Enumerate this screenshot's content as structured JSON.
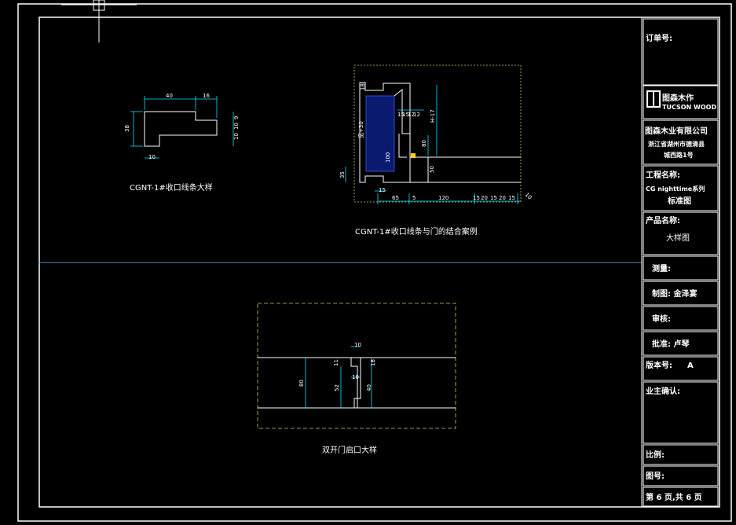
{
  "drawings": {
    "profile_caption": "CGNT-1#收口线条大样",
    "assembly_caption": "CGNT-1#收口线条与门的结合案例",
    "double_door_caption": "双开门启口大样",
    "profile_dims": [
      "40",
      "16",
      "38",
      "10",
      "9",
      "10",
      "10"
    ],
    "assembly_dims": [
      "18",
      "15",
      "15",
      "12",
      "12",
      "H-17",
      "宽+30",
      "100",
      "80",
      "50",
      "35",
      "15",
      "65",
      "5",
      "120",
      "15",
      "20",
      "15",
      "20",
      "15",
      "10"
    ],
    "double_door_dims": [
      "10",
      "11",
      "10",
      "18",
      "80",
      "52",
      "40"
    ]
  },
  "title_block": {
    "order_no_label": "订单号:",
    "logo_text": "图森木作",
    "logo_sub": "TUCSON WOOD",
    "company_name": "图森木业有限公司",
    "company_addr_1": "浙江省湖州市德清县",
    "company_addr_2": "城西路1号",
    "project_label": "工程名称:",
    "project_value_1": "CG nighttime系列",
    "project_value_2": "标准图",
    "product_label": "产品名称:",
    "product_value": "大样图",
    "measure_label": "测量:",
    "drafter_label": "制图: 金泽宴",
    "review_label": "审核:",
    "approve_label": "批准: 卢琴",
    "version_label": "版本号:",
    "version_value": "A",
    "owner_label": "业主确认:",
    "scale_label": "比例:",
    "drawing_no_label": "图号:",
    "page_label": "第 6 页,共 6 页"
  },
  "colors": {
    "background": "#000000",
    "border": "#ffffff",
    "dimension": "#00e5ff",
    "divider": "#4a90c2",
    "hidden_line": "#c8c864",
    "fill_blue": "#0a1a6e"
  }
}
